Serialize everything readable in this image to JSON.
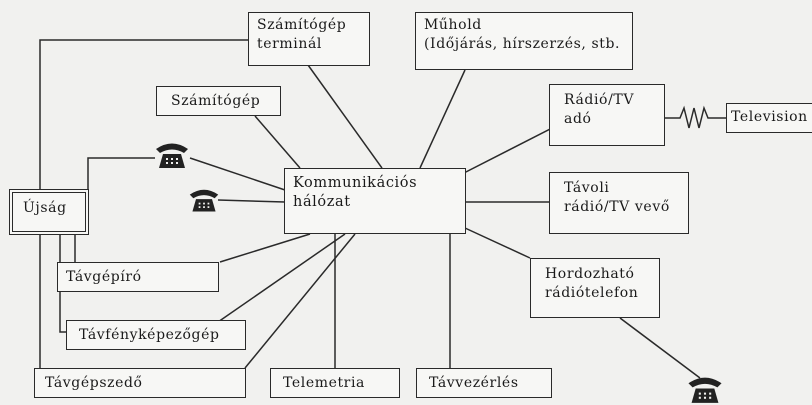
{
  "nodes": {
    "szamitogep_terminal": [
      "Számítógép",
      "terminál"
    ],
    "muhold": [
      "Műhold",
      "(Időjárás, hírszerzés, stb."
    ],
    "szamitogep": [
      "Számítógép"
    ],
    "radio_tv_ado": [
      "Rádió/TV",
      "adó"
    ],
    "television": [
      "Television"
    ],
    "ujsag": [
      "Újság"
    ],
    "kommunikacios_halozat": [
      "Kommunikációs",
      "hálózat"
    ],
    "tavoli_radio_tv_vevo": [
      "Távoli",
      "rádió/TV vevő"
    ],
    "tavgepiro": [
      "Távgépíró"
    ],
    "hordozhato_radiotelefon": [
      "Hordozható",
      "rádiótelefon"
    ],
    "tavfenykepezogep": [
      "Távfényképezőgép"
    ],
    "tavgepszedo": [
      "Távgépszedő"
    ],
    "telemetria": [
      "Telemetria"
    ],
    "tavvezerles": [
      "Távvezérlés"
    ]
  },
  "icons": [
    "telephone-icon",
    "telephone-icon",
    "telephone-icon",
    "antenna-zigzag-icon"
  ],
  "colors": {
    "line": "#2a2a2a",
    "background": "#f1f1ef"
  }
}
